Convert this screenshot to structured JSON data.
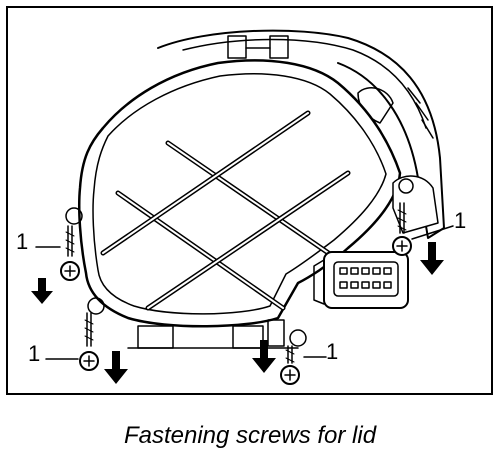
{
  "caption": "Fastening screws for lid",
  "callouts": [
    {
      "label": "1"
    },
    {
      "label": "1"
    },
    {
      "label": "1"
    },
    {
      "label": "1"
    }
  ],
  "colors": {
    "line": "#000000",
    "background": "#ffffff",
    "fill": "#ffffff"
  }
}
